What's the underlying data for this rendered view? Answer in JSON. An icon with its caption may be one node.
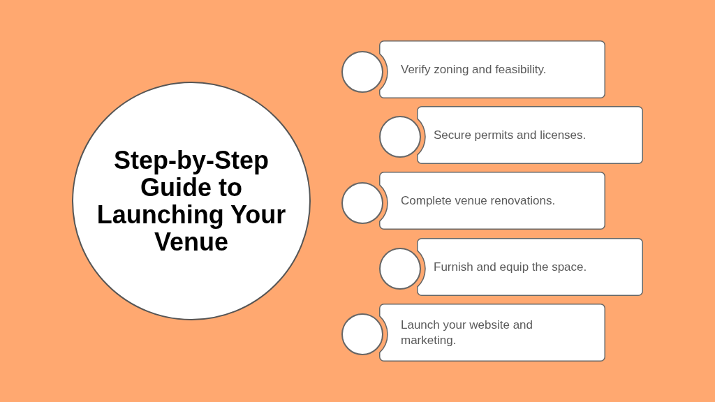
{
  "diagram": {
    "nodes": [
      {
        "text": [
          "Step-by-Step Guide to Launching Your Venue"
        ]
      },
      {
        "text": [],
        "shape": "circle"
      },
      {
        "text": [
          "Verify zoning and feasibility."
        ]
      },
      {
        "text": [],
        "shape": "circle"
      },
      {
        "text": [
          "Secure permits and licenses."
        ]
      },
      {
        "text": [],
        "shape": "circle"
      },
      {
        "text": [
          "Complete venue renovations."
        ]
      },
      {
        "text": [],
        "shape": "circle"
      },
      {
        "text": [
          "Furnish and equip the space."
        ]
      },
      {
        "text": [],
        "shape": "circle"
      },
      {
        "text": [
          "Launch your website and marketing."
        ]
      }
    ]
  }
}
